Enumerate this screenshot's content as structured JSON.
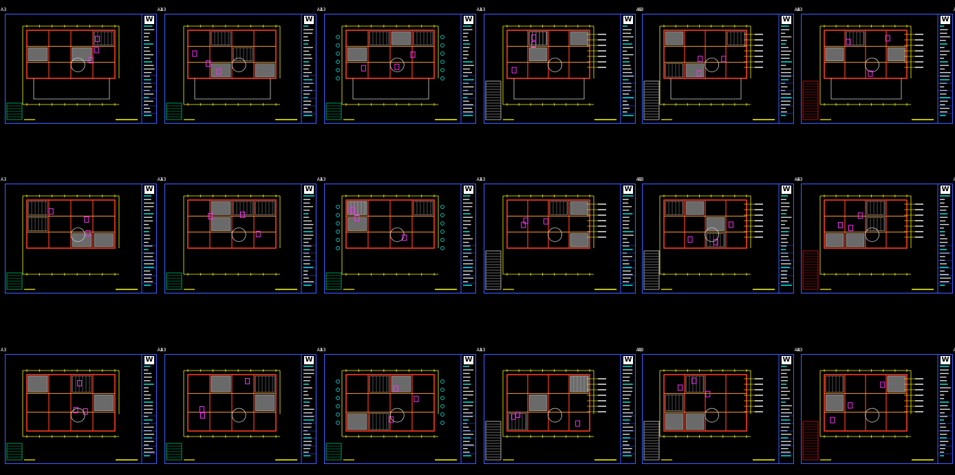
{
  "layout_view": {
    "sheet_size_label": "A3",
    "logo_letter": "W",
    "sheet_rows": 3,
    "sheet_cols": 6
  },
  "colors": {
    "background": "#000000",
    "frame": "#3a5cff",
    "walls": "#ff3b1f",
    "dimensions": "#ffff00",
    "hatch": "#c8c8c8",
    "accent": "#ff2dff",
    "labels": "#00ffff",
    "legend_green": "#00c070",
    "legend_red": "#d01818"
  }
}
